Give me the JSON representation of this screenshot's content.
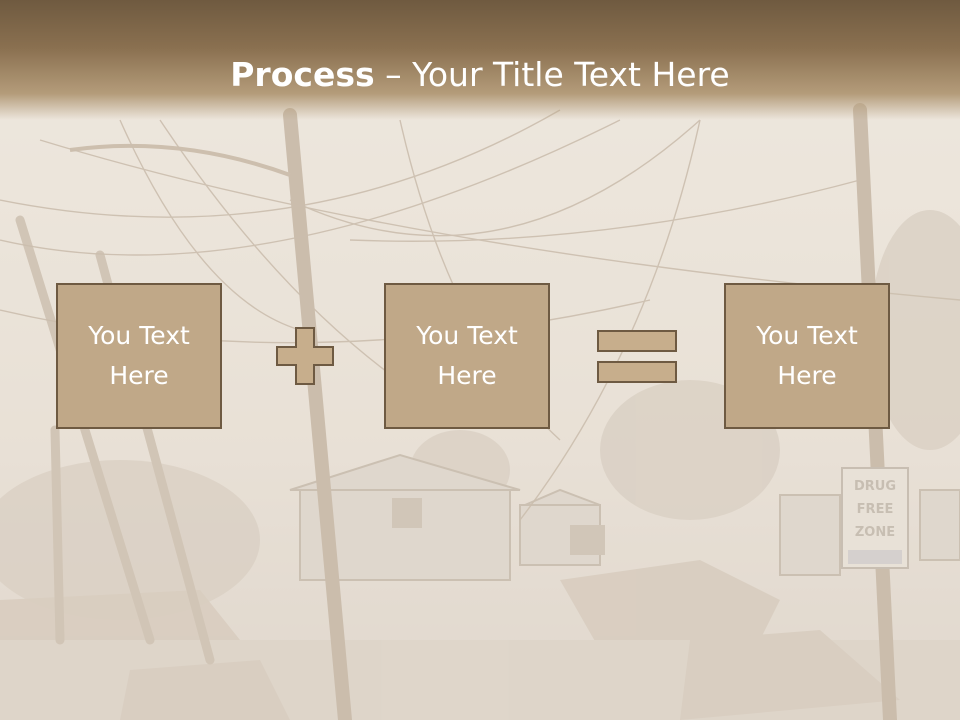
{
  "slide": {
    "title_bold": "Process",
    "title_rest": " – Your Title Text Here",
    "boxes": [
      {
        "text": "You Text\nHere"
      },
      {
        "text": "You Text\nHere"
      },
      {
        "text": "You Text\nHere"
      }
    ],
    "operators": {
      "first": "plus-icon",
      "second": "equals-icon"
    },
    "colors": {
      "header": "#7a6448",
      "box_fill": "#c0a888",
      "box_border": "#6e5a42",
      "text": "#ffffff",
      "operator_fill": "#c7ae8c"
    }
  }
}
